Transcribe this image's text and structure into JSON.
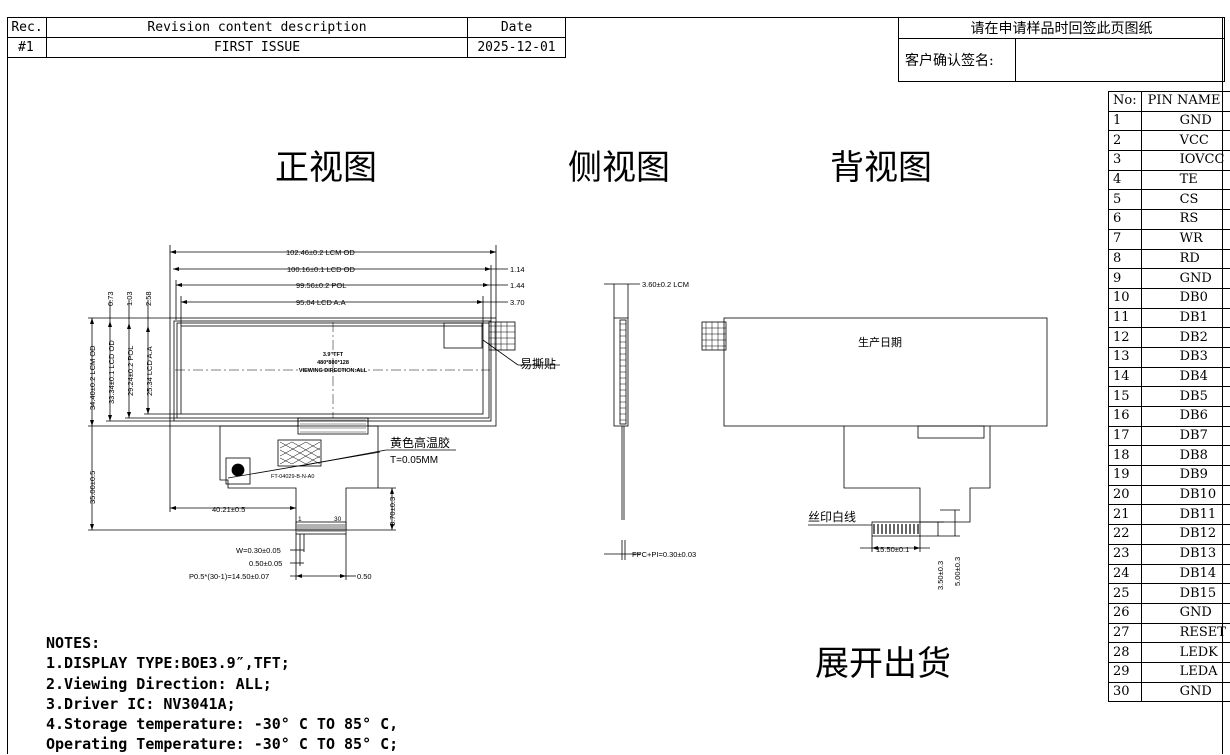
{
  "revision_table": {
    "headers": [
      "Rec.",
      "Revision content description",
      "Date"
    ],
    "rows": [
      [
        "#1",
        "FIRST ISSUE",
        "2025-12-01"
      ]
    ]
  },
  "confirm_box": {
    "title": "请在申请样品时回签此页图纸",
    "signature_label": "客户确认签名:"
  },
  "view_titles": {
    "front": "正视图",
    "side": "侧视图",
    "back": "背视图"
  },
  "front_view": {
    "dims_horizontal": [
      "102.46±0.2 LCM OD",
      "100.16±0.1 LCD OD",
      "99.56±0.2 POL",
      "95.04 LCD A.A"
    ],
    "dims_right": [
      "1.14",
      "1.44",
      "3.70"
    ],
    "dims_vertical_left": [
      "34.40±0.2 LCM OD",
      "33.34±0.1 LCD OD",
      "29.24±0.2 POL",
      "25.34 LCD A.A",
      "0.73",
      "1.03",
      "2.58"
    ],
    "fpc_length": "35.00±0.5",
    "center_text": [
      "3.9\"TFT",
      "480*800*128",
      "VIEWING DIRECTION:ALL"
    ],
    "peel_tab_label": "易撕贴",
    "tape_label": "黄色高温胶",
    "tape_thickness": "T=0.05MM",
    "fpc_code": "FT-04029-B-N-A0",
    "fpc_offset": "40.21±0.5",
    "fpc_height": "3.70±0.3",
    "pin_first": "1",
    "pin_last": "30",
    "pin_width": "W=0.30±0.05",
    "pin_gap": "0.50±0.05",
    "pin_pitch": "P0.5*(30-1)=14.50±0.07",
    "pin_edge": "0.50"
  },
  "side_view": {
    "thickness": "3.60±0.2 LCM",
    "fpc_thickness": "FPC+PI=0.30±0.03"
  },
  "back_view": {
    "date_label": "生产日期",
    "silk_label": "丝印白线",
    "stiffener_width": "15.50±0.1",
    "dim_a": "3.50±0.3",
    "dim_b": "5.00±0.3"
  },
  "shipping_label": "展开出货",
  "notes": {
    "title": "NOTES:",
    "lines": [
      "1.DISPLAY TYPE:BOE3.9″,TFT;",
      "2.Viewing Direction: ALL;",
      "3.Driver IC: NV3041A;",
      "4.Storage temperature: -30° C TO 85° C,",
      "Operating Temperature: -30° C TO 85° C;"
    ]
  },
  "pin_table": {
    "headers": [
      "No:",
      "PIN NAME"
    ],
    "rows": [
      [
        "1",
        "GND"
      ],
      [
        "2",
        "VCC"
      ],
      [
        "3",
        "IOVCC"
      ],
      [
        "4",
        "TE"
      ],
      [
        "5",
        "CS"
      ],
      [
        "6",
        "RS"
      ],
      [
        "7",
        "WR"
      ],
      [
        "8",
        "RD"
      ],
      [
        "9",
        "GND"
      ],
      [
        "10",
        "DB0"
      ],
      [
        "11",
        "DB1"
      ],
      [
        "12",
        "DB2"
      ],
      [
        "13",
        "DB3"
      ],
      [
        "14",
        "DB4"
      ],
      [
        "15",
        "DB5"
      ],
      [
        "16",
        "DB6"
      ],
      [
        "17",
        "DB7"
      ],
      [
        "18",
        "DB8"
      ],
      [
        "19",
        "DB9"
      ],
      [
        "20",
        "DB10"
      ],
      [
        "21",
        "DB11"
      ],
      [
        "22",
        "DB12"
      ],
      [
        "23",
        "DB13"
      ],
      [
        "24",
        "DB14"
      ],
      [
        "25",
        "DB15"
      ],
      [
        "26",
        "GND"
      ],
      [
        "27",
        "RESET"
      ],
      [
        "28",
        "LEDK"
      ],
      [
        "29",
        "LEDA"
      ],
      [
        "30",
        "GND"
      ]
    ]
  }
}
